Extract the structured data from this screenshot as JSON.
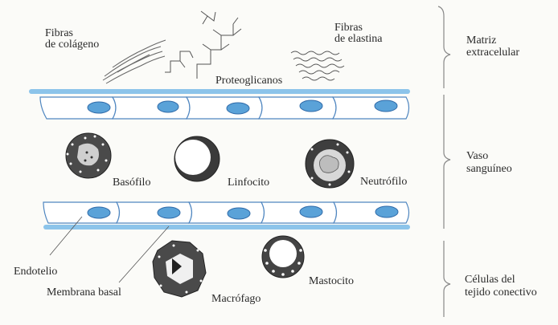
{
  "matrix": {
    "collagen": {
      "line1": "Fibras",
      "line2": "de colágeno"
    },
    "elastin": {
      "line1": "Fibras",
      "line2": "de elastina"
    },
    "proteoglycans": "Proteoglicanos"
  },
  "blood_vessel": {
    "basophil": "Basófilo",
    "lymphocyte": "Linfocito",
    "neutrophil": "Neutrófilo",
    "endothelium": "Endotelio",
    "basement_membrane": "Membrana basal"
  },
  "connective_cells": {
    "macrophage": "Macrófago",
    "mast_cell": "Mastocito"
  },
  "sections": {
    "extracellular_matrix": {
      "line1": "Matriz",
      "line2": "extracelular"
    },
    "blood_vessel": {
      "line1": "Vaso",
      "line2": "sanguíneo"
    },
    "connective_tissue_cells": {
      "line1": "Células del",
      "line2": "tejido conectivo"
    }
  },
  "colors": {
    "membrane": "#8cc4ea",
    "nucleus": "#5aa2d8",
    "cell_outline": "#4f86c0",
    "cell_dark": "#3a3a3a"
  }
}
